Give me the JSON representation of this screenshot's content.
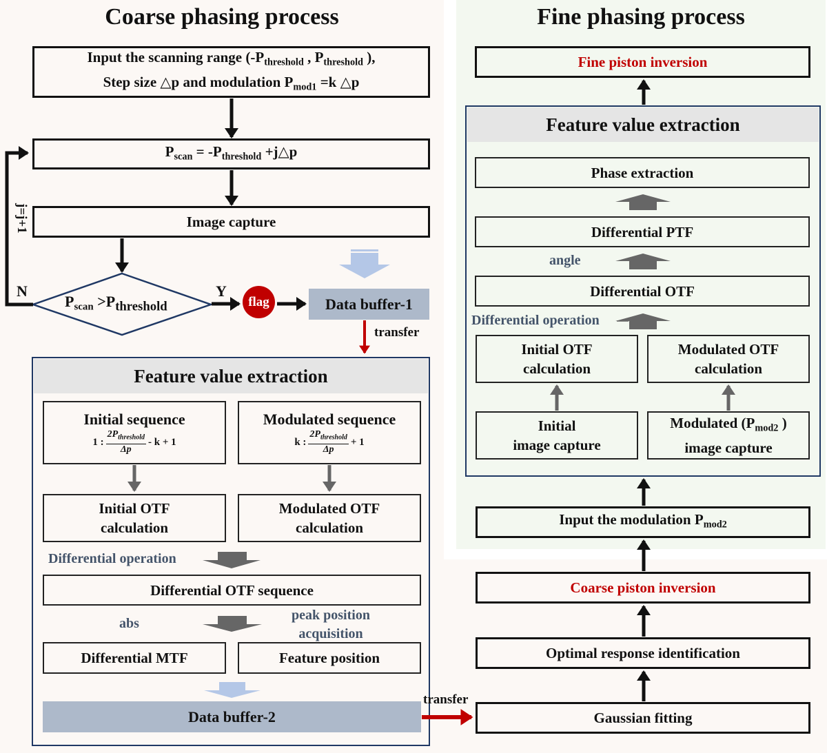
{
  "coarse": {
    "title": "Coarse phasing process",
    "input_box": {
      "line1_a": "Input the scanning range (-P",
      "line1_sub1": "threshold",
      "line1_b": " , P",
      "line1_sub2": "threshold",
      "line1_c": " ),",
      "line2_a": "Step size △p and modulation P",
      "line2_sub": "mod1",
      "line2_b": " =k △p"
    },
    "pscan_box": {
      "a": "P",
      "sub1": "scan",
      "b": " = -P",
      "sub2": "threshold",
      "c": " +j△p"
    },
    "loop_label": "j=j+1",
    "image_capture": "Image capture",
    "decision": {
      "a": "P",
      "sub1": "scan",
      "b": " >P",
      "sub2": "threshold"
    },
    "no_label": "N",
    "yes_label": "Y",
    "flag": "flag",
    "data_buffer_1": "Data buffer-1",
    "transfer_1": "transfer",
    "feature_extraction": {
      "header": "Feature value extraction",
      "initial_sequence": {
        "title": "Initial sequence",
        "prefix": "1 :",
        "num": "2P",
        "num_sub": "threshold",
        "den": "Δp",
        "suffix": "- k + 1"
      },
      "modulated_sequence": {
        "title": "Modulated sequence",
        "prefix": "k :",
        "num": "2P",
        "num_sub": "threshold",
        "den": "Δp",
        "suffix": "+ 1"
      },
      "initial_otf": {
        "line1": "Initial OTF",
        "line2": "calculation"
      },
      "modulated_otf": {
        "line1": "Modulated OTF",
        "line2": "calculation"
      },
      "differential_operation": "Differential operation",
      "differential_otf_sequence": "Differential OTF sequence",
      "abs_label": "abs",
      "peak_label_1": "peak position",
      "peak_label_2": "acquisition",
      "differential_mtf": "Differential MTF",
      "feature_position": "Feature position",
      "data_buffer_2": "Data buffer-2"
    },
    "transfer_2": "transfer"
  },
  "fine": {
    "title": "Fine phasing process",
    "fine_piston_inversion": "Fine piston inversion",
    "feature_extraction": {
      "header": "Feature value extraction",
      "phase_extraction": "Phase extraction",
      "differential_ptf": "Differential PTF",
      "angle_label": "angle",
      "differential_otf": "Differential OTF",
      "differential_operation": "Differential operation",
      "initial_otf": {
        "line1": "Initial OTF",
        "line2": "calculation"
      },
      "modulated_otf": {
        "line1": "Modulated OTF",
        "line2": "calculation"
      },
      "initial_capture": {
        "line1": "Initial",
        "line2": "image capture"
      },
      "modulated_capture": {
        "line1_a": "Modulated (P",
        "line1_sub": "mod2",
        "line1_b": " )",
        "line2": "image capture"
      }
    },
    "input_modulation": {
      "a": "Input the modulation P",
      "sub": "mod2"
    }
  },
  "right_lower": {
    "coarse_piston_inversion": "Coarse piston inversion",
    "optimal_response": "Optimal response identification",
    "gaussian_fitting": "Gaussian fitting"
  },
  "colors": {
    "accent_red": "#c00000",
    "buffer_fill": "#adb9ca",
    "frame_blue": "#1f3864",
    "label_blue": "#44546a",
    "arrow_gray": "#666666",
    "arrow_light_blue": "#b4c7e7"
  }
}
